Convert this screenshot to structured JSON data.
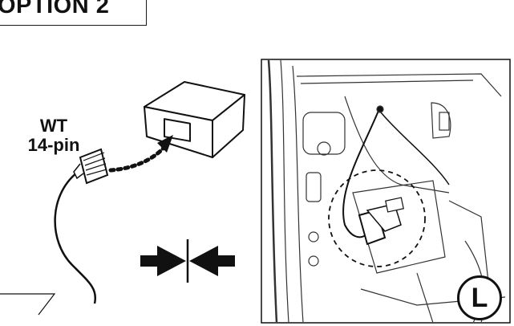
{
  "header": {
    "title": "OPTION 2"
  },
  "connector": {
    "name": "WT",
    "pins": "14-pin"
  },
  "location_badge": {
    "letter": "L"
  },
  "colors": {
    "ink": "#111111",
    "panel": "#ffffff"
  },
  "icons": [
    "module-box-icon",
    "connector-plug-icon",
    "dotted-arrow-icon",
    "compress-arrows-icon",
    "location-badge-icon"
  ]
}
